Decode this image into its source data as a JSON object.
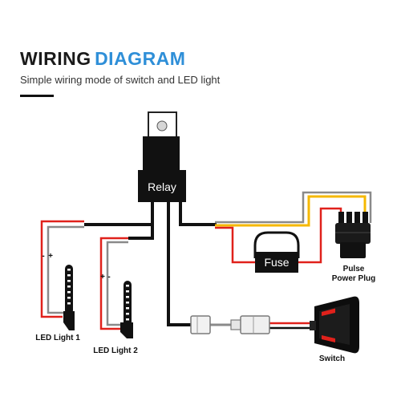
{
  "header": {
    "title_part1": "WIRING",
    "title_part2": "DIAGRAM",
    "subtitle": "Simple wiring mode of switch and LED light"
  },
  "diagram": {
    "relay_label": "Relay",
    "fuse_label": "Fuse",
    "plug_label_line1": "Pulse",
    "plug_label_line2": "Power Plug",
    "led1_label": "LED Light 1",
    "led2_label": "LED Light 2",
    "switch_label": "Switch",
    "polarity_positive": "+",
    "polarity_negative": "-"
  },
  "colors": {
    "title_dark": "#1a1a1a",
    "title_accent": "#2f8fd8",
    "wire_black": "#111111",
    "wire_red": "#e0211b",
    "wire_yellow": "#f5b800",
    "wire_gray": "#8a8a8a"
  }
}
